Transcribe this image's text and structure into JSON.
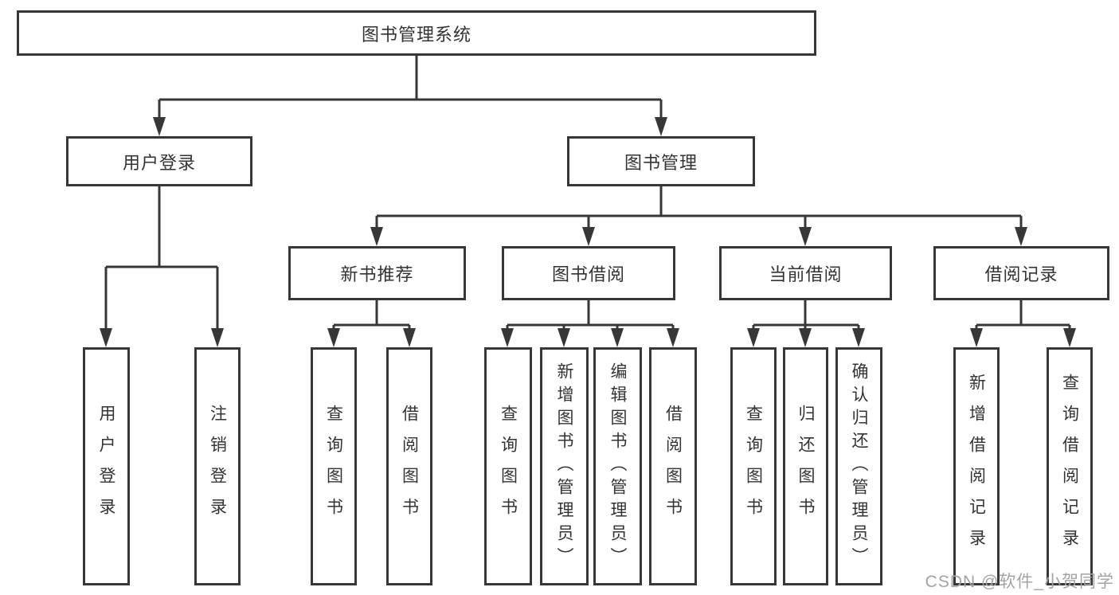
{
  "diagram": {
    "root": {
      "label": "图书管理系统"
    },
    "level2": [
      {
        "label": "用户登录"
      },
      {
        "label": "图书管理"
      }
    ],
    "level3": [
      {
        "label": "新书推荐"
      },
      {
        "label": "图书借阅"
      },
      {
        "label": "当前借阅"
      },
      {
        "label": "借阅记录"
      }
    ],
    "leaves": [
      {
        "label": "用户登录"
      },
      {
        "label": "注销登录"
      },
      {
        "label": "查询图书"
      },
      {
        "label": "借阅图书"
      },
      {
        "label": "查询图书"
      },
      {
        "label": "新增图书（管理员）"
      },
      {
        "label": "编辑图书（管理员）"
      },
      {
        "label": "借阅图书"
      },
      {
        "label": "查询图书"
      },
      {
        "label": "归还图书"
      },
      {
        "label": "确认归还（管理员）"
      },
      {
        "label": "新增借阅记录"
      },
      {
        "label": "查询借阅记录"
      }
    ],
    "colors": {
      "line": "#373737",
      "text": "#333333",
      "background": "#ffffff",
      "watermark": "#a3a3a3"
    }
  },
  "watermark": {
    "text": "CSDN @软件_小贺同学"
  }
}
